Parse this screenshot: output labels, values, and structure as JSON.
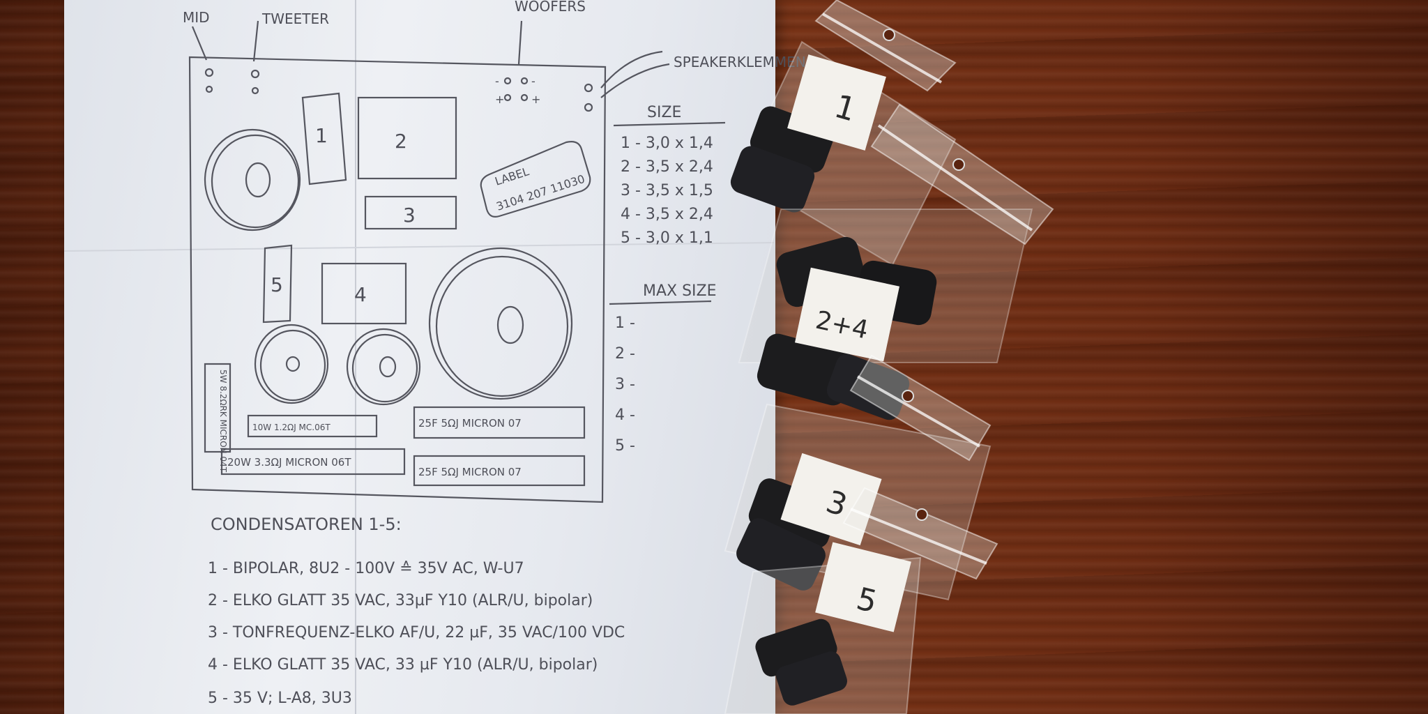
{
  "colors": {
    "desk": "#6e2d13",
    "paper": "#eceef3",
    "ink": "#4e4f58",
    "label_paper": "#f3f1ec",
    "capacitor": "#1c1c1e"
  },
  "sketch": {
    "header": {
      "mid": "MID",
      "tweeter": "TWEETER",
      "woofers": "WOOFERS",
      "speakerklemmen": "SPEAKERKLEMMEN"
    },
    "board": {
      "terminals": [
        "-",
        "+",
        "-",
        "+"
      ],
      "boxes": [
        "1",
        "2",
        "3",
        "4",
        "5"
      ],
      "label_box": {
        "title": "LABEL",
        "code": "3104 207 11030"
      },
      "resistors": {
        "side": "5W 8.2ΩRK MICRON 04T",
        "r1": "10W 1.2ΩJ MC.06T",
        "r2": "20W 3.3ΩJ MICRON 06T",
        "r3": "25F 5ΩJ MICRON 07",
        "r4": "25F 5ΩJ MICRON 07"
      }
    },
    "size_table": {
      "title": "SIZE",
      "rows": [
        "1 - 3,0 x 1,4",
        "2 - 3,5 x 2,4",
        "3 - 3,5 x 1,5",
        "4 - 3,5 x 2,4",
        "5 - 3,0 x 1,1"
      ]
    },
    "max_size_table": {
      "title": "MAX SIZE",
      "rows": [
        "1 -",
        "2 -",
        "3 -",
        "4 -",
        "5 -"
      ]
    },
    "notes": {
      "title": "CONDENSATOREN 1-5:",
      "items": [
        "1 - BIPOLAR, 8U2 - 100V ≙ 35V AC, W-U7",
        "2 - ELKO GLATT 35 VAC, 33µF Y10 (ALR/U, bipolar)",
        "3 - TONFREQUENZ-ELKO AF/U, 22 µF, 35 VAC/100 VDC",
        "4 - ELKO GLATT 35 VAC, 33 µF Y10 (ALR/U, bipolar)",
        "5 - 35 V; L-A8, 3U3"
      ]
    }
  },
  "bags": [
    {
      "label": "1"
    },
    {
      "label": "2+4"
    },
    {
      "label": "3"
    },
    {
      "label": "5"
    }
  ]
}
